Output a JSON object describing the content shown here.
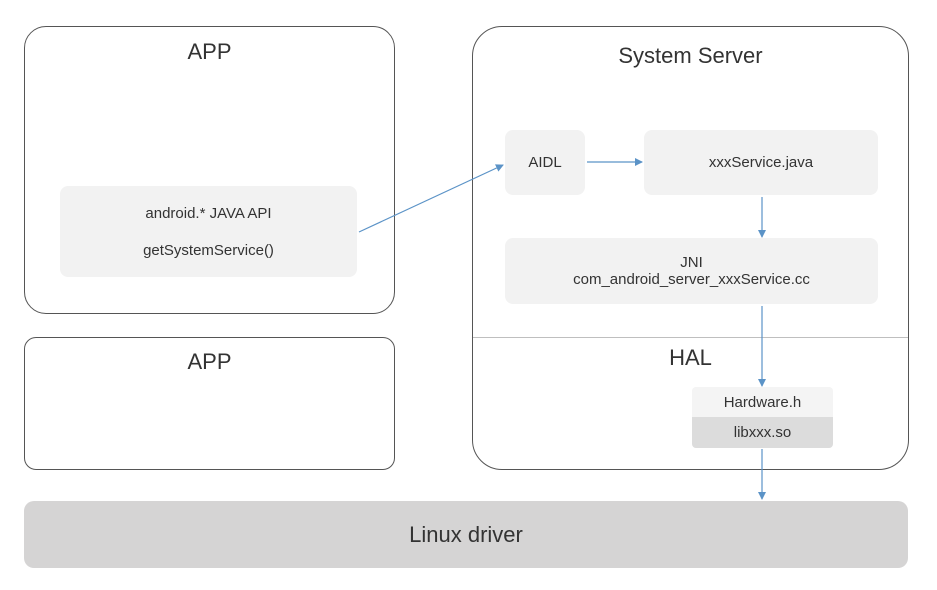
{
  "app_top": {
    "title": "APP"
  },
  "app_bottom": {
    "title": "APP"
  },
  "java_api": {
    "line1": "android.*  JAVA API",
    "line2": "getSystemService()"
  },
  "system_server": {
    "title": "System Server",
    "hal_title": "HAL"
  },
  "aidl": {
    "label": "AIDL"
  },
  "xxx_service": {
    "label": "xxxService.java"
  },
  "jni": {
    "line1": "JNI",
    "line2": "com_android_server_xxxService.cc"
  },
  "hardware_h": {
    "label": "Hardware.h"
  },
  "libxxx": {
    "label": "libxxx.so"
  },
  "linux_driver": {
    "label": "Linux driver"
  },
  "colors": {
    "arrow": "#5b93c7",
    "box": "#f2f2f2",
    "driver": "#d5d4d4",
    "border": "#555555"
  }
}
